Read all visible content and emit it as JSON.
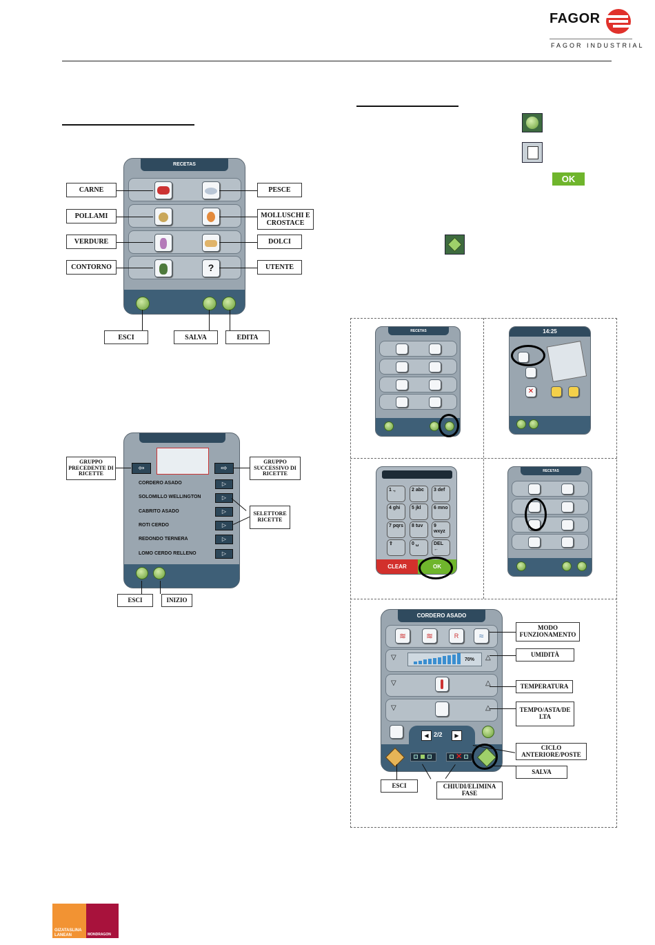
{
  "header": {
    "brand": "FAGOR",
    "sub": "FAGOR INDUSTRIAL"
  },
  "fig1": {
    "title": "RECETAS",
    "labels": {
      "carne": "CARNE",
      "pesce": "PESCE",
      "pollami": "POLLAMI",
      "molluschi": "MOLLUSCHI E CROSTACE",
      "verdure": "VERDURE",
      "dolci": "DOLCI",
      "contorno": "CONTORNO",
      "utente": "UTENTE",
      "esci": "ESCI",
      "salva": "SALVA",
      "edita": "EDITA"
    }
  },
  "fig2": {
    "recipes": [
      "CORDERO ASADO",
      "SOLOMILLO WELLINGTON",
      "CABRITO ASADO",
      "ROTI CERDO",
      "REDONDO TERNERA",
      "LOMO CERDO RELLENO"
    ],
    "prev_label": "GRUPPO PRECEDENTE DI RICETTE",
    "next_label": "GRUPPO SUCCESSIVO DI RICETTE",
    "selector_label": "SELETTORE RICETTE",
    "esci": "ESCI",
    "inizio": "INIZIO",
    "arrow": "▷"
  },
  "right": {
    "ok": "OK"
  },
  "grid": {
    "recetas": "RECETAS",
    "time": "14:25",
    "keys": [
      "1 .,",
      "2 abc",
      "3 def",
      "4 ghi",
      "5 jkl",
      "6 mno",
      "7 pqrs",
      "8 tuv",
      "9 wxyz",
      "⇧",
      "0 ␣",
      "DEL ←"
    ],
    "clear": "CLEAR",
    "ok": "OK"
  },
  "fig3": {
    "title": "CORDERO ASADO",
    "page": "2/2",
    "humidity": "70%",
    "labels": {
      "modo": "MODO FUNZIONAMENTO",
      "umidita": "UMIDITÀ",
      "temperatura": "TEMPERATURA",
      "tempo": "TEMPO/ASTA/DE LTA",
      "ciclo": "CICLO ANTERIORE/POSTE",
      "salva": "SALVA",
      "esci": "ESCI",
      "chiudi": "CHIUDI/ELIMINA FASE"
    }
  },
  "footer": {
    "logo_left": "GIZATASLINA LANEAN",
    "logo_right": "MONDRAGON"
  },
  "colors": {
    "brand_red": "#e0312b",
    "panel": "#9aa6b0",
    "bar": "#3e5f77",
    "ok_green": "#6fb52c"
  }
}
